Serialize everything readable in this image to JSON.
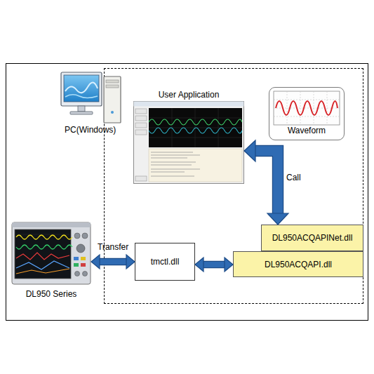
{
  "diagram": {
    "nodes": [
      {
        "text": [
          "User Application"
        ]
      },
      {
        "text": [
          "Waveform"
        ]
      },
      {
        "text": [
          "DL950 Series"
        ]
      },
      {
        "text": [
          "tmctl.dll"
        ]
      },
      {
        "text": [
          "DL950ACQAPINet.dll"
        ]
      },
      {
        "text": [
          "DL950ACQAPI.dll"
        ]
      }
    ],
    "edges": [
      {
        "from": 0,
        "to": 4,
        "label": "Call",
        "arrow": "both"
      },
      {
        "from": 2,
        "to": 3,
        "label": "Transfer",
        "arrow": "both"
      },
      {
        "from": 3,
        "to": 5,
        "arrow": "both"
      }
    ],
    "labels": [
      "PC(Windows)"
    ]
  }
}
